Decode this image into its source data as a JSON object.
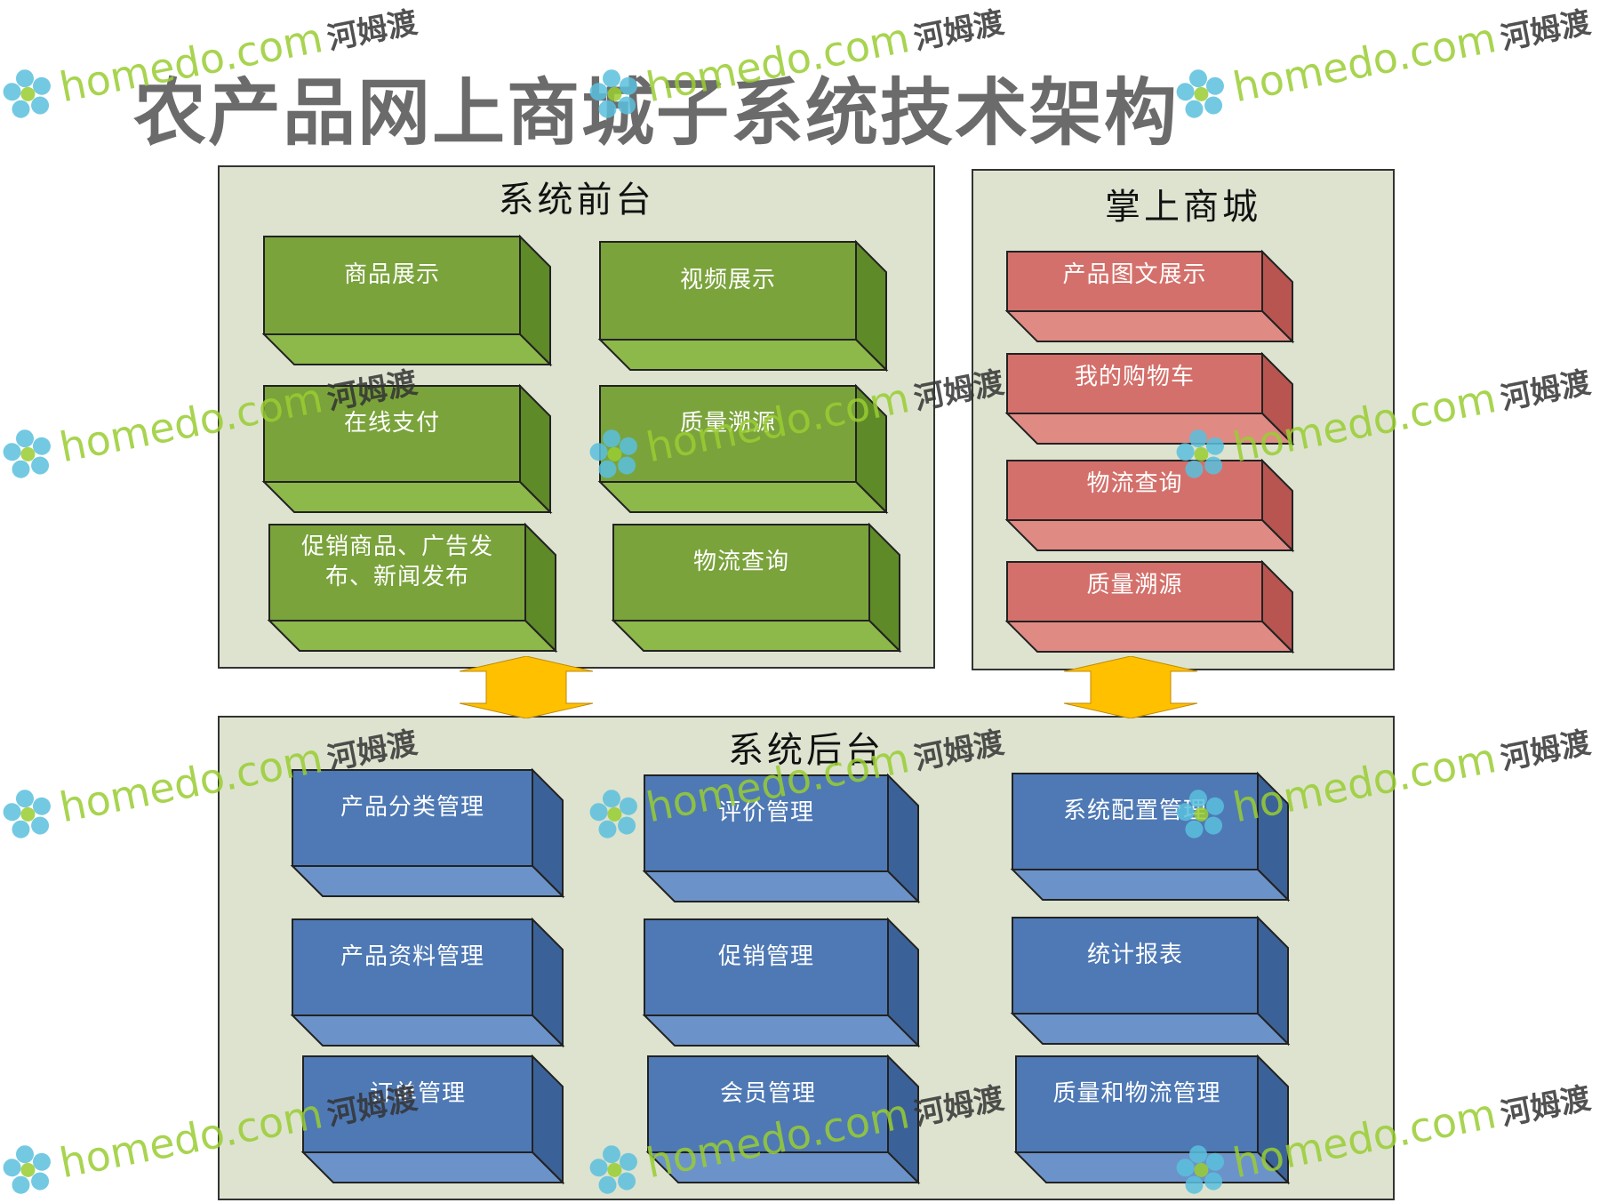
{
  "title": "农产品网上商城子系统技术架构",
  "frontend": {
    "title": "系统前台",
    "items": [
      "商品展示",
      "视频展示",
      "在线支付",
      "质量溯源",
      "促销商品、广告发\n布、新闻发布",
      "物流查询"
    ]
  },
  "mobile": {
    "title": "掌上商城",
    "items": [
      "产品图文展示",
      "我的购物车",
      "物流查询",
      "质量溯源"
    ]
  },
  "backend": {
    "title": "系统后台",
    "items": [
      "产品分类管理",
      "评价管理",
      "系统配置管理",
      "产品资料管理",
      "促销管理",
      "统计报表",
      "订单管理",
      "会员管理",
      "质量和物流管理"
    ]
  },
  "watermark": {
    "site": "homedo.com",
    "cn": "河姆渡"
  },
  "colors": {
    "panel_bg": "#dde3cf",
    "green_front": "#7aa33b",
    "green_top": "#8db84a",
    "green_side": "#5f8a28",
    "red_front": "#d4706b",
    "red_top": "#e08a84",
    "red_side": "#b85550",
    "blue_front": "#4e79b5",
    "blue_top": "#6b93c9",
    "blue_side": "#3b6298",
    "arrow": "#ffc000",
    "watermark_green": "#9acd32",
    "watermark_blue": "#5bc0de"
  }
}
